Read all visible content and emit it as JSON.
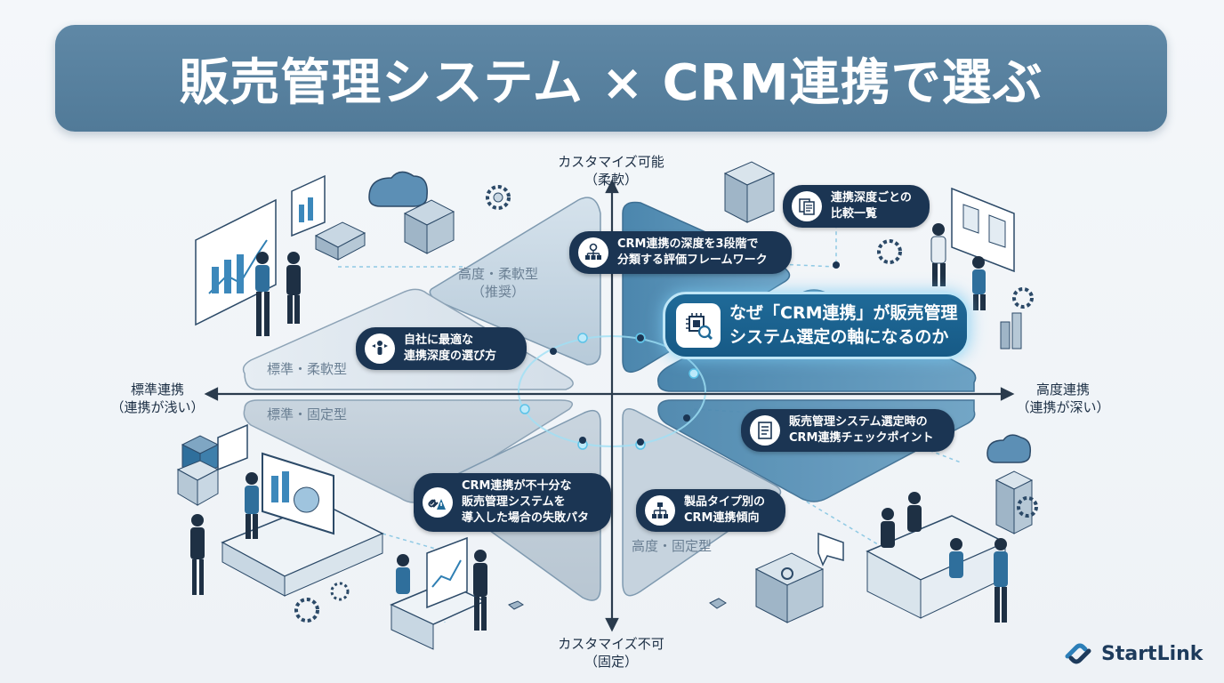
{
  "title": "販売管理システム × CRM連携で選ぶ",
  "axes": {
    "top": "カスタマイズ可能\n（柔軟）",
    "bottom": "カスタマイズ不可\n（固定）",
    "left": "標準連携\n（連携が浅い）",
    "right": "高度連携\n（連携が深い）"
  },
  "quadrants": {
    "top_left_upper": "高度・柔軟型\n（推奨）",
    "left_upper": "標準・柔軟型",
    "left_lower": "標準・固定型",
    "bottom_right": "高度・固定型"
  },
  "callouts": {
    "framework": "CRM連携の深度を3段階で\n分類する評価フレームワーク",
    "comparison": "連携深度ごとの\n比較一覧",
    "main": "なぜ「CRM連携」が販売管理\nシステム選定の軸になるのか",
    "choose": "自社に最適な\n連携深度の選び方",
    "checkpoint": "販売管理システム選定時の\nCRM連携チェックポイント",
    "failure": "CRM連携が不十分な\n販売管理システムを\n導入した場合の失敗パタ",
    "product": "製品タイプ別の\nCRM連携傾向"
  },
  "icons": {
    "framework": "gear-network-icon",
    "comparison": "documents-icon",
    "main": "chip-magnifier-icon",
    "choose": "person-choice-icon",
    "checkpoint": "checklist-icon",
    "failure": "broken-link-warning-icon",
    "product": "hierarchy-icon"
  },
  "colors": {
    "banner": "#5a83a2",
    "navy": "#1b3553",
    "highlight": "#1f6a98",
    "glow": "#7fd3f0"
  },
  "logo": {
    "text": "StartLink"
  }
}
